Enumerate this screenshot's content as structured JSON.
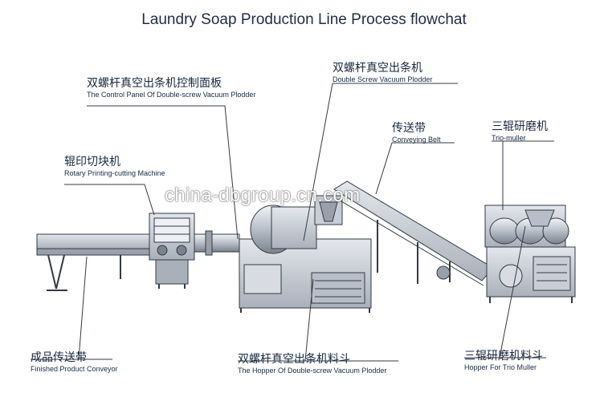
{
  "title": "Laundry Soap Production Line Process flowchat",
  "watermark": "china-dbgroup.cn.com",
  "labels": {
    "control_panel": {
      "zh": "双螺杆真空出条机控制面板",
      "en": "The Control Panel Of Double-screw Vacuum Plodder"
    },
    "plodder": {
      "zh": "双螺杆真空出条机",
      "en": "Double Screw Vacuum Plodder"
    },
    "belt": {
      "zh": "传送带",
      "en": "Conveying Belt"
    },
    "muller": {
      "zh": "三辊研磨机",
      "en": "Trio-muller"
    },
    "cutter": {
      "zh": "辊印切块机",
      "en": "Rotary Printing-cutting Machine"
    },
    "finished": {
      "zh": "成品传送带",
      "en": "Finished Product Conveyor"
    },
    "hopper_plodder": {
      "zh": "双螺杆真空出条机料斗",
      "en": "The Hopper Of Double-screw Vacuum Plodder"
    },
    "hopper_muller": {
      "zh": "三辊研磨机料斗",
      "en": "Hopper For Trio Muller"
    }
  },
  "colors": {
    "line": "#333a44",
    "metal": "#c9ced6",
    "dark": "#6a707a",
    "text": "#1a2a40"
  }
}
